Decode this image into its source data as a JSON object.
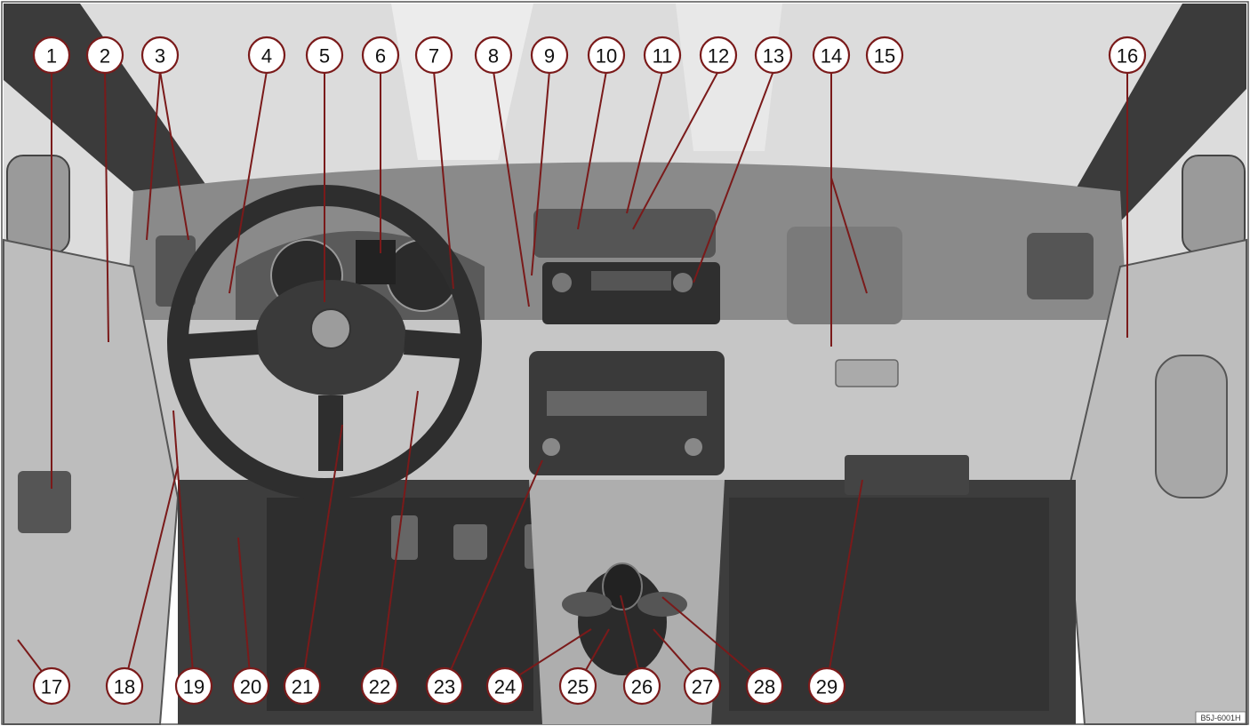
{
  "figure": {
    "code": "B5J-6001H",
    "colors": {
      "background": "#ffffff",
      "windshield": "#d9d9d9",
      "dashboard_upper": "#8c8c8c",
      "dashboard_lower": "#c4c4c4",
      "interior_dark": "#4a4a4a",
      "floor": "#3c3c3c",
      "callout_stroke": "#7a1a1a",
      "callout_fill": "#ffffff"
    }
  },
  "callouts": [
    {
      "label": "1"
    },
    {
      "label": "2"
    },
    {
      "label": "3"
    },
    {
      "label": "4"
    },
    {
      "label": "5"
    },
    {
      "label": "6"
    },
    {
      "label": "7"
    },
    {
      "label": "8"
    },
    {
      "label": "9"
    },
    {
      "label": "10"
    },
    {
      "label": "11"
    },
    {
      "label": "12"
    },
    {
      "label": "13"
    },
    {
      "label": "14"
    },
    {
      "label": "15"
    },
    {
      "label": "16"
    },
    {
      "label": "17"
    },
    {
      "label": "18"
    },
    {
      "label": "19"
    },
    {
      "label": "20"
    },
    {
      "label": "21"
    },
    {
      "label": "22"
    },
    {
      "label": "23"
    },
    {
      "label": "24"
    },
    {
      "label": "25"
    },
    {
      "label": "26"
    },
    {
      "label": "27"
    },
    {
      "label": "28"
    },
    {
      "label": "29"
    }
  ]
}
